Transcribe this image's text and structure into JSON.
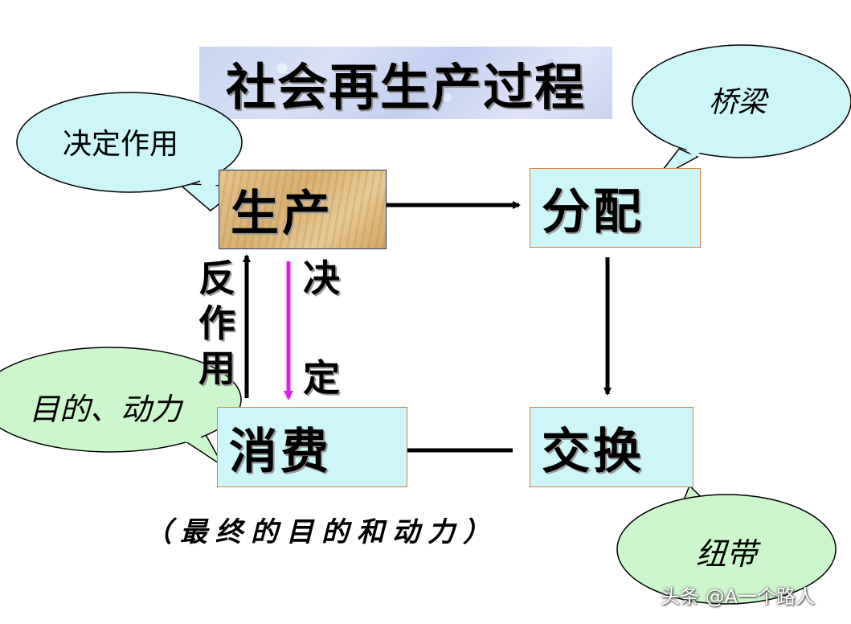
{
  "title": "社会再生产过程",
  "nodes": {
    "production": "生产",
    "distribution": "分配",
    "exchange": "交换",
    "consumption": "消费"
  },
  "edge_labels": {
    "reaction": [
      "反",
      "作",
      "用"
    ],
    "decides": [
      "决",
      "定"
    ]
  },
  "callouts": {
    "production": "决定作用",
    "distribution": "桥梁",
    "consumption": "目的、动力",
    "exchange": "纽带"
  },
  "note": "（最终的目的和动力）",
  "watermark": "头条 @A一个路人",
  "colors": {
    "box_fill": "#ccf6f8",
    "box_border": "#d9843a",
    "bubble_blue": "#ccf6f8",
    "bubble_green": "#ccf7cc",
    "decides_arrow": "#e020e0",
    "arrow": "#000000"
  }
}
